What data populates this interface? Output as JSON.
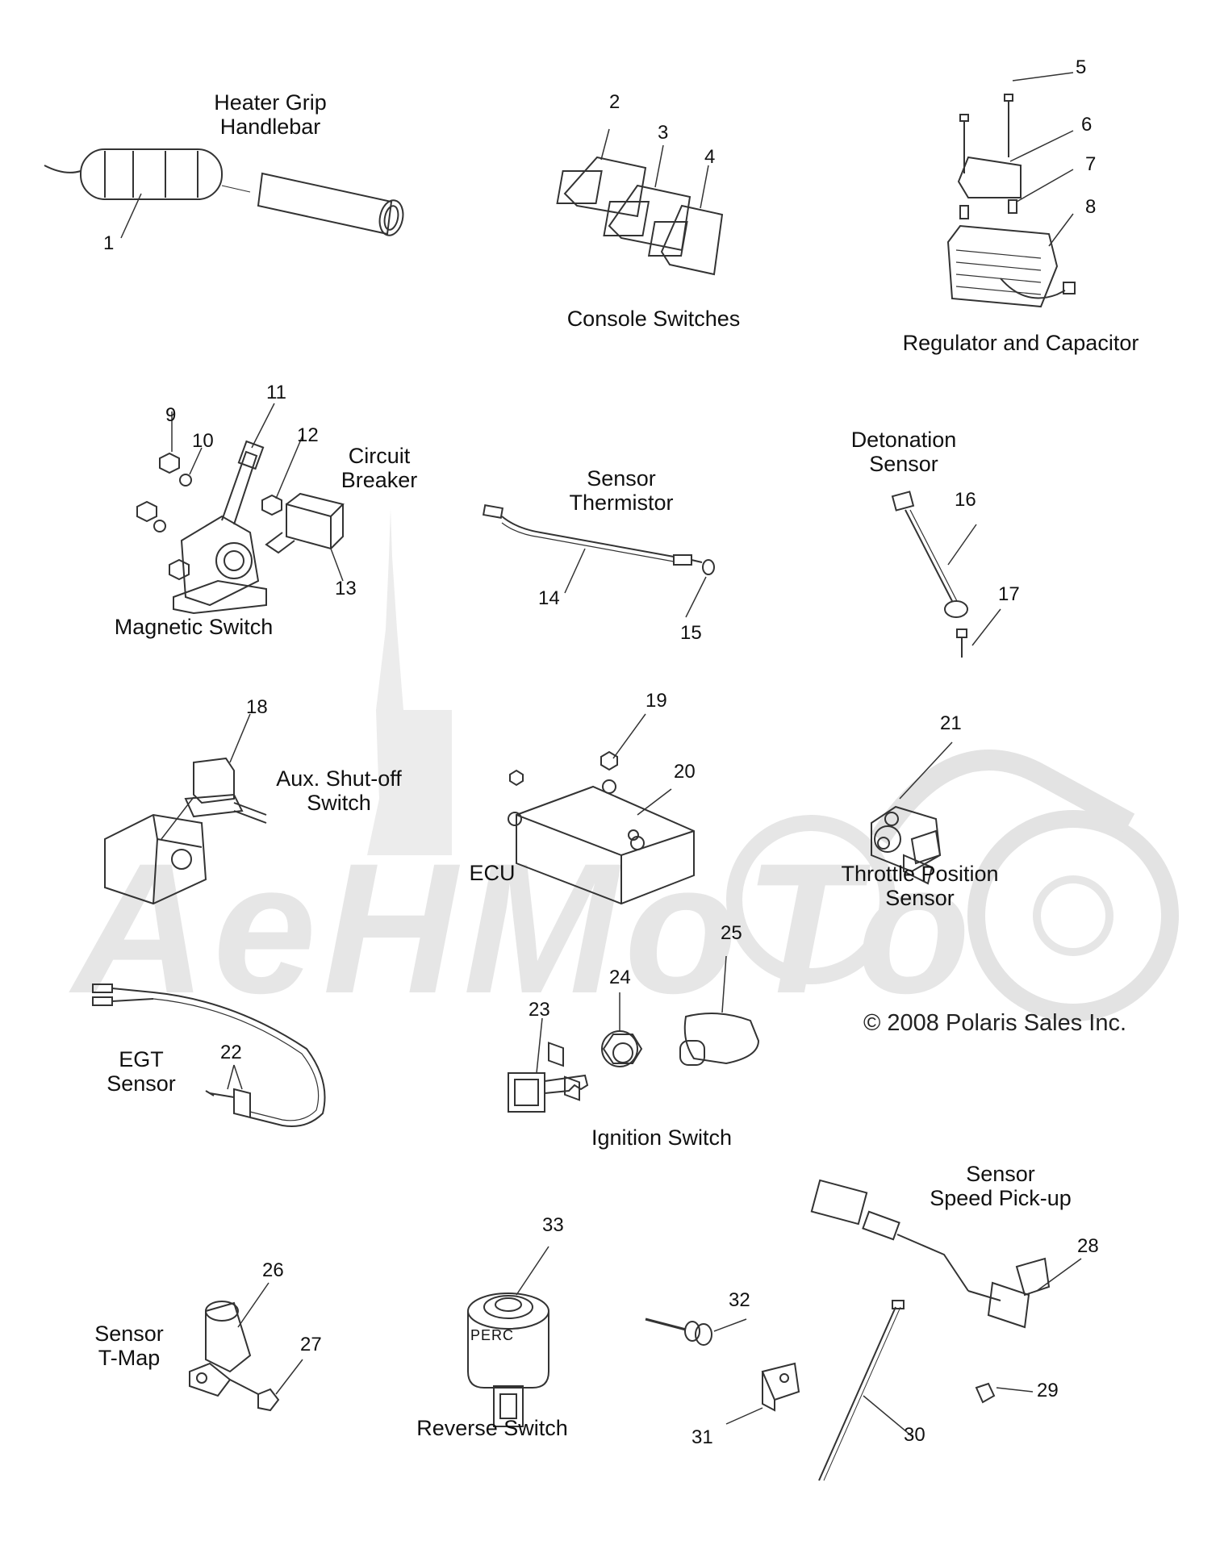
{
  "watermark": {
    "text": "AeHMoTo",
    "color": "#e3e3e3"
  },
  "copyright": "© 2008 Polaris Sales Inc.",
  "groups": {
    "heater_grip": [
      "Heater Grip",
      "Handlebar"
    ],
    "console_switches": "Console Switches",
    "regulator": "Regulator and Capacitor",
    "circuit_breaker": [
      "Circuit",
      "Breaker"
    ],
    "magnetic_switch": "Magnetic Switch",
    "sensor_thermistor": [
      "Sensor",
      "Thermistor"
    ],
    "detonation_sensor": [
      "Detonation",
      "Sensor"
    ],
    "aux_shutoff": [
      "Aux. Shut-off",
      "Switch"
    ],
    "ecu": "ECU",
    "throttle_position": [
      "Throttle Position",
      "Sensor"
    ],
    "egt_sensor": [
      "EGT",
      "Sensor"
    ],
    "ignition_switch": "Ignition Switch",
    "speed_pickup": [
      "Sensor",
      "Speed Pick-up"
    ],
    "tmap": [
      "Sensor",
      "T-Map"
    ],
    "reverse_switch": "Reverse Switch",
    "perc_text": "PERC"
  },
  "callouts": [
    "1",
    "2",
    "3",
    "4",
    "5",
    "6",
    "7",
    "8",
    "9",
    "10",
    "11",
    "12",
    "13",
    "14",
    "15",
    "16",
    "17",
    "18",
    "19",
    "20",
    "21",
    "22",
    "23",
    "24",
    "25",
    "26",
    "27",
    "28",
    "29",
    "30",
    "31",
    "32",
    "33"
  ],
  "line_color": "#333333"
}
